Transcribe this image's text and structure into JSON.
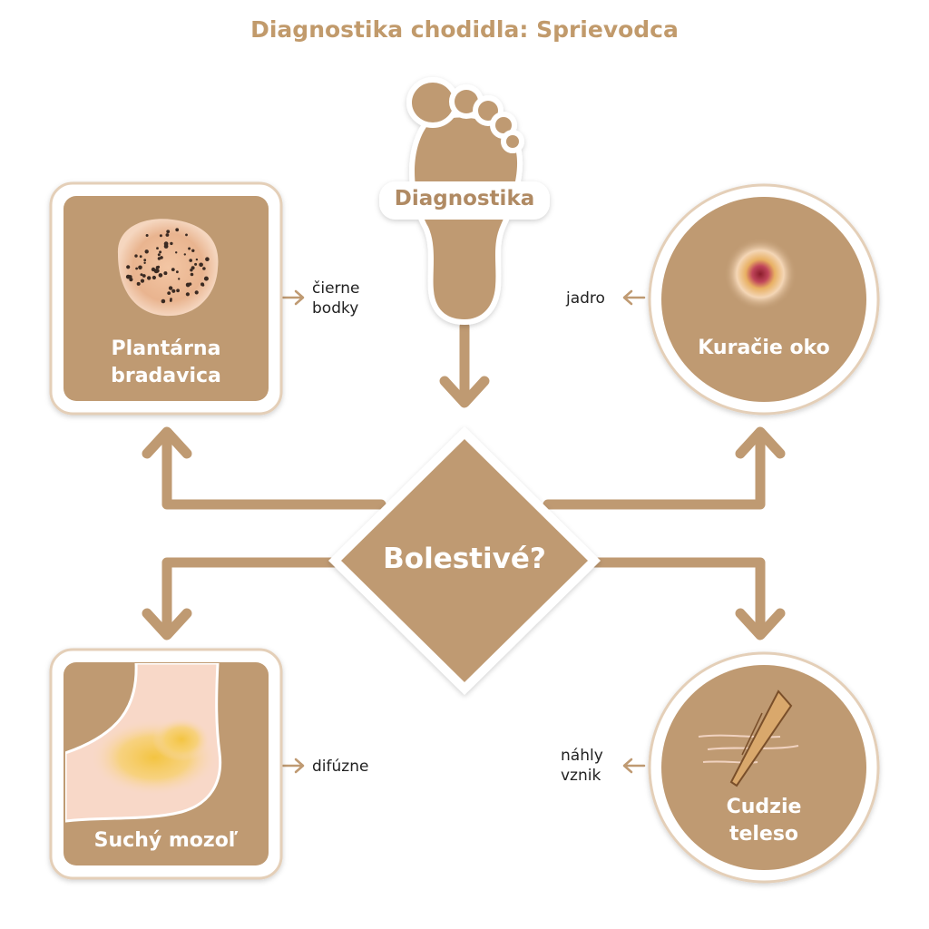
{
  "title": "Diagnostika chodidla: Sprievodca",
  "start": {
    "label": "Diagnostika",
    "icon": "foot-icon"
  },
  "decision": {
    "label": "Bolestivé?"
  },
  "nodes": {
    "wart": {
      "label_lines": [
        "Plantárna",
        "bradavica"
      ],
      "note_lines": [
        "čierne",
        "bodky"
      ]
    },
    "corn": {
      "label_lines": [
        "Kuračie oko"
      ],
      "note_lines": [
        "jadro"
      ]
    },
    "callus": {
      "label_lines": [
        "Suchý mozoľ"
      ],
      "note_lines": [
        "difúzne"
      ]
    },
    "foreign": {
      "label_lines": [
        "Cudzie",
        "teleso"
      ],
      "note_lines": [
        "náhly",
        "vznik"
      ]
    }
  },
  "colors": {
    "brand": "#bf9a72",
    "frame": "#e4cfb8",
    "title": "#c19a6b",
    "background": "#ffffff"
  }
}
